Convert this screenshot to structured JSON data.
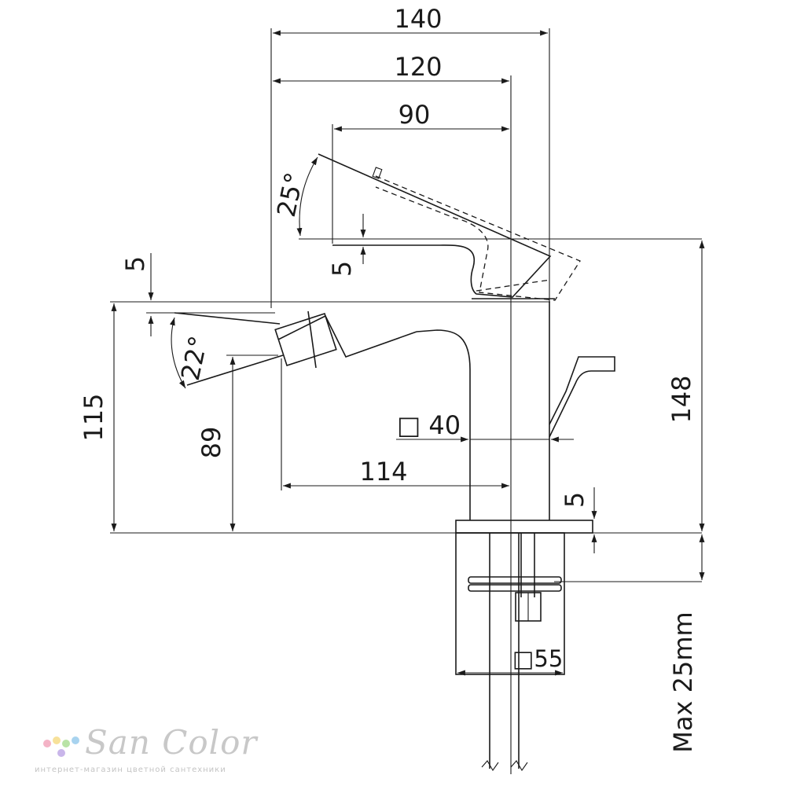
{
  "dimensions": {
    "width_140": "140",
    "width_120": "120",
    "width_90": "90",
    "angle_25": "25°",
    "offset_5_spout": "5",
    "offset_5_left": "5",
    "angle_22": "22°",
    "height_115": "115",
    "height_89": "89",
    "reach_114": "114",
    "body_square_40": "□ 40",
    "height_148": "148",
    "base_5": "5",
    "flange_square_55": "□55",
    "max_deck": "Max 25mm"
  },
  "logo": {
    "name": "San Color",
    "tagline": "интернет-магазин цветной сантехники",
    "dot_colors": [
      "#f4b3c6",
      "#f7e19a",
      "#b9e3a6",
      "#a8d3ef",
      "#c9b6ea"
    ]
  }
}
